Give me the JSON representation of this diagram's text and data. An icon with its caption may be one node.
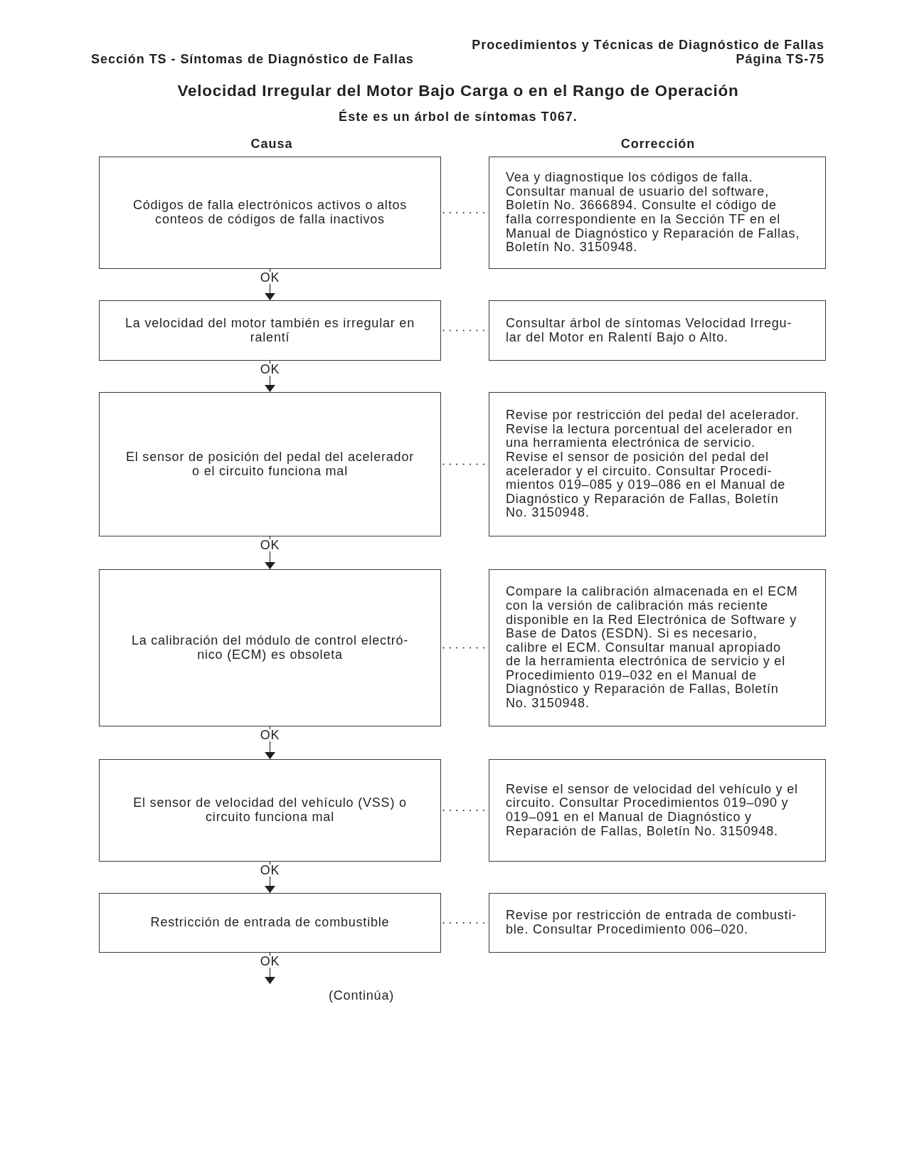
{
  "diagram": {
    "title": "Velocidad Irregular del Motor Bajo Carga o en el Rango de Operación",
    "nodes": [
      {
        "text": [
          "Códigos de falla electrónicos activos o altos conteos de códigos de falla inactivos"
        ]
      },
      {
        "text": [
          "Vea y diagnostique los códigos de falla. Consultar manual de usuario del software, Boletín No. 3666894. Consulte el código de falla correspondiente en la Sección TF en el Manual de Diagnóstico y Reparación de Fallas, Boletín No. 3150948."
        ]
      },
      {
        "text": [
          "La velocidad del motor también es irregular en ralentí"
        ]
      },
      {
        "text": [
          "Consultar árbol de síntomas Velocidad Irregu- lar del Motor en Ralentí Bajo o Alto."
        ]
      },
      {
        "text": [
          "El sensor de posición del pedal del acelerador o el circuito funciona mal"
        ]
      },
      {
        "text": [
          "Revise por restricción del pedal del acelerador. Revise la lectura porcentual del acelerador en una herramienta electrónica de servicio. Revise el sensor de posición del pedal del acelerador y el circuito. Consultar Procedi- mientos 019–085 y 019–086 en el Manual de Diagnóstico y Reparación de Fallas, Boletín No. 3150948."
        ]
      },
      {
        "text": [
          "La calibración del módulo de control electró- nico (ECM) es obsoleta"
        ]
      },
      {
        "text": [
          "Compare la calibración almacenada en el ECM con la versión de calibración más reciente disponible en la Red Electrónica de Software y Base de Datos (ESDN). Si es necesario, calibre el ECM. Consultar manual apropiado de la herramienta electrónica de servicio y el Procedimiento 019–032 en el Manual de Diagnóstico y Reparación de Fallas, Boletín No. 3150948."
        ]
      },
      {
        "text": [
          "El sensor de velocidad del vehículo (VSS) o circuito funciona mal"
        ]
      },
      {
        "text": [
          "Revise el sensor de velocidad del vehículo y el circuito. Consultar Procedimientos 019–090 y 019–091 en el Manual de Diagnóstico y Reparación de Fallas, Boletín No. 3150948."
        ]
      },
      {
        "text": [
          "Restricción de entrada de combustible"
        ]
      },
      {
        "text": [
          "Revise por restricción de entrada de combusti- ble. Consultar Procedimiento 006–020."
        ]
      }
    ],
    "edges": [
      {
        "from": 0,
        "to": 1,
        "arrow": "none",
        "style": "dashed"
      },
      {
        "from": 0,
        "to": 2,
        "arrow": "to",
        "label": "OK"
      },
      {
        "from": 2,
        "to": 3,
        "arrow": "none",
        "style": "dashed"
      },
      {
        "from": 2,
        "to": 4,
        "arrow": "to",
        "label": "OK"
      },
      {
        "from": 4,
        "to": 5,
        "arrow": "none",
        "style": "dashed"
      },
      {
        "from": 4,
        "to": 6,
        "arrow": "to",
        "label": "OK"
      },
      {
        "from": 6,
        "to": 7,
        "arrow": "none",
        "style": "dashed"
      },
      {
        "from": 6,
        "to": 8,
        "arrow": "to",
        "label": "OK"
      },
      {
        "from": 8,
        "to": 9,
        "arrow": "none",
        "style": "dashed"
      },
      {
        "from": 8,
        "to": 10,
        "arrow": "to",
        "label": "OK"
      },
      {
        "from": 10,
        "to": 11,
        "arrow": "none",
        "style": "dashed"
      },
      {
        "from": 10,
        "to": null,
        "arrow": "to",
        "label": "OK"
      }
    ],
    "labels": [
      "Procedimientos y Técnicas de Diagnóstico de Fallas",
      "Sección TS - Síntomas de Diagnóstico de Fallas",
      "Página TS-75",
      "Éste es un árbol de síntomas T067.",
      "Causa",
      "Corrección",
      "(Continúa)"
    ]
  }
}
